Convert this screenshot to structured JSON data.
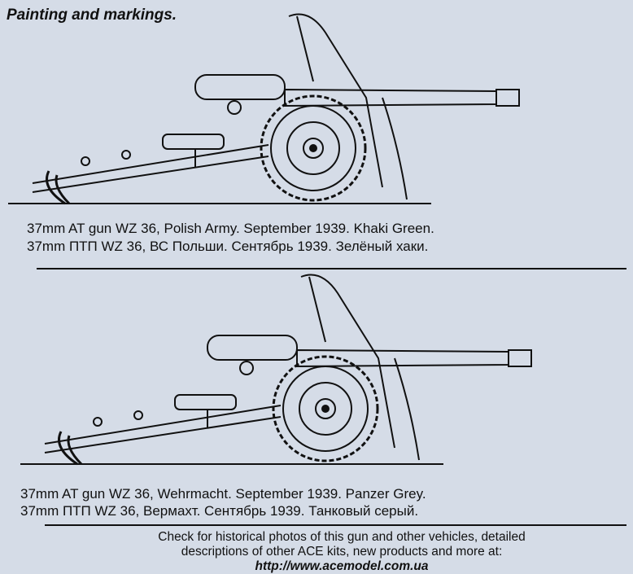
{
  "title": "Painting and markings.",
  "variants": [
    {
      "caption_en": "37mm AT gun WZ 36, Polish Army. September 1939. Khaki Green.",
      "caption_ru": "37mm ПТП WZ 36, ВС Польши. Сентябрь 1939. Зелёный хаки."
    },
    {
      "caption_en": "37mm AT gun WZ 36, Wehrmacht. September 1939. Panzer Grey.",
      "caption_ru": "37mm ПТП WZ 36, Вермахт. Сентябрь 1939. Танковый серый."
    }
  ],
  "footer": {
    "line1": "Check for historical photos of this gun and  other vehicles, detailed",
    "line2": "descriptions of other ACE kits, new products and more at:",
    "url": "http://www.acemodel.com.ua"
  }
}
